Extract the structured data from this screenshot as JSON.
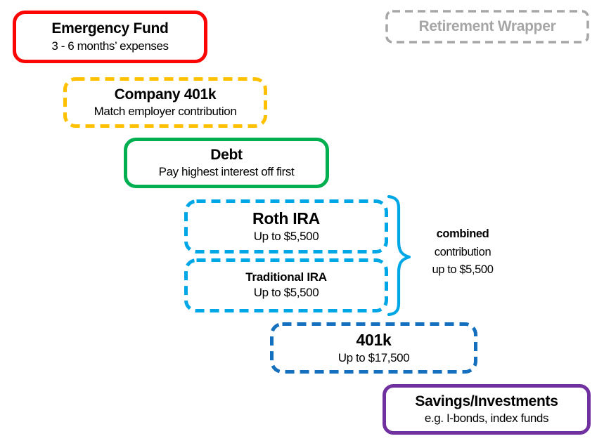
{
  "diagram": {
    "kind": "savings-priority-flow",
    "background": "#FFFFFF",
    "text_color": "#000000",
    "boxes": {
      "emergency_fund": {
        "title": "Emergency Fund",
        "subtitle": "3 - 6 months’ expenses",
        "color": "#FB0505",
        "border_style": "solid"
      },
      "retirement_wrapper": {
        "title": "Retirement Wrapper",
        "color": "#A6A6A6",
        "border_style": "dashed"
      },
      "company_401k": {
        "title": "Company 401k",
        "subtitle": "Match employer contribution",
        "color": "#FFC000",
        "border_style": "dashed"
      },
      "debt": {
        "title": "Debt",
        "subtitle": "Pay highest interest off first",
        "color": "#00B050",
        "border_style": "solid"
      },
      "roth_ira": {
        "title": "Roth IRA",
        "subtitle": "Up to $5,500",
        "color": "#00A7E6",
        "border_style": "dashed"
      },
      "traditional_ira": {
        "title": "Traditional IRA",
        "subtitle": "Up to $5,500",
        "color": "#00A7E6",
        "border_style": "dashed"
      },
      "individual_401k": {
        "title": "401k",
        "subtitle": "Up to $17,500",
        "color": "#1470BE",
        "border_style": "dashed"
      },
      "savings_investments": {
        "title": "Savings/Investments",
        "subtitle": "e.g. I-bonds, index funds",
        "color": "#7030A0",
        "border_style": "solid"
      }
    },
    "brace_note": {
      "brace_color": "#00A7E6",
      "line1": "combined",
      "line2": "contribution",
      "line3": "up to $5,500"
    }
  }
}
